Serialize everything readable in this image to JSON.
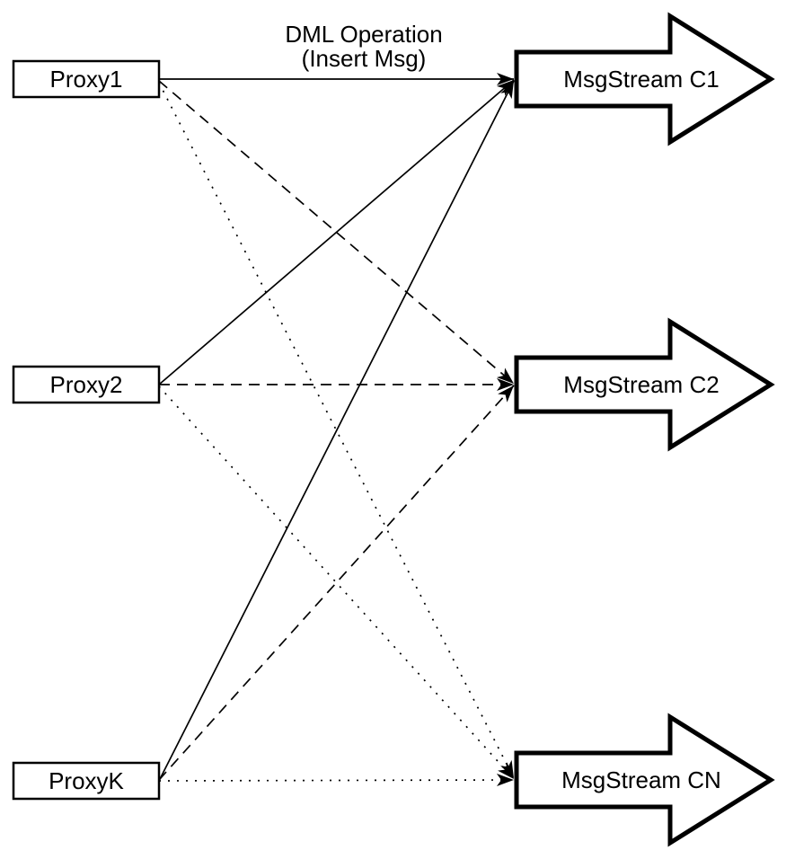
{
  "diagram": {
    "title_label": {
      "line1": "DML Operation",
      "line2": "(Insert Msg)"
    },
    "proxies": [
      {
        "label": "Proxy1"
      },
      {
        "label": "Proxy2"
      },
      {
        "label": "ProxyK"
      }
    ],
    "streams": [
      {
        "label": "MsgStream C1"
      },
      {
        "label": "MsgStream C2"
      },
      {
        "label": "MsgStream CN"
      }
    ],
    "edges": [
      {
        "from": "Proxy1",
        "to": "MsgStream C1",
        "style": "solid",
        "label": "DML Operation (Insert Msg)"
      },
      {
        "from": "Proxy1",
        "to": "MsgStream C2",
        "style": "dashed",
        "label": ""
      },
      {
        "from": "Proxy1",
        "to": "MsgStream CN",
        "style": "dotted",
        "label": ""
      },
      {
        "from": "Proxy2",
        "to": "MsgStream C1",
        "style": "solid",
        "label": ""
      },
      {
        "from": "Proxy2",
        "to": "MsgStream C2",
        "style": "dashed",
        "label": ""
      },
      {
        "from": "Proxy2",
        "to": "MsgStream CN",
        "style": "dotted",
        "label": ""
      },
      {
        "from": "ProxyK",
        "to": "MsgStream C1",
        "style": "solid",
        "label": ""
      },
      {
        "from": "ProxyK",
        "to": "MsgStream C2",
        "style": "dashed",
        "label": ""
      },
      {
        "from": "ProxyK",
        "to": "MsgStream CN",
        "style": "dotted",
        "label": ""
      }
    ],
    "colors": {
      "stroke": "#000000",
      "fill": "#ffffff"
    }
  }
}
